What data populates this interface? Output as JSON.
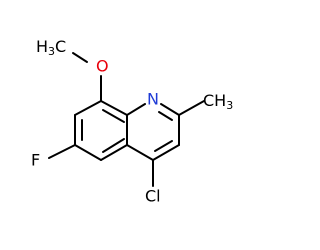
{
  "molecule": {
    "atoms": {
      "methyl_left": {
        "main": "H",
        "sub": "3",
        "tail": "C"
      },
      "oxygen": "O",
      "nitrogen": "N",
      "methyl_right": {
        "main": "CH",
        "sub": "3"
      },
      "fluorine": "F",
      "chlorine": "Cl"
    },
    "colors": {
      "bond": "#000000",
      "carbon_hydrogen": "#000000",
      "oxygen": "#e8000b",
      "nitrogen": "#1f3bd6",
      "fluorine": "#000000",
      "chlorine": "#000000"
    }
  }
}
